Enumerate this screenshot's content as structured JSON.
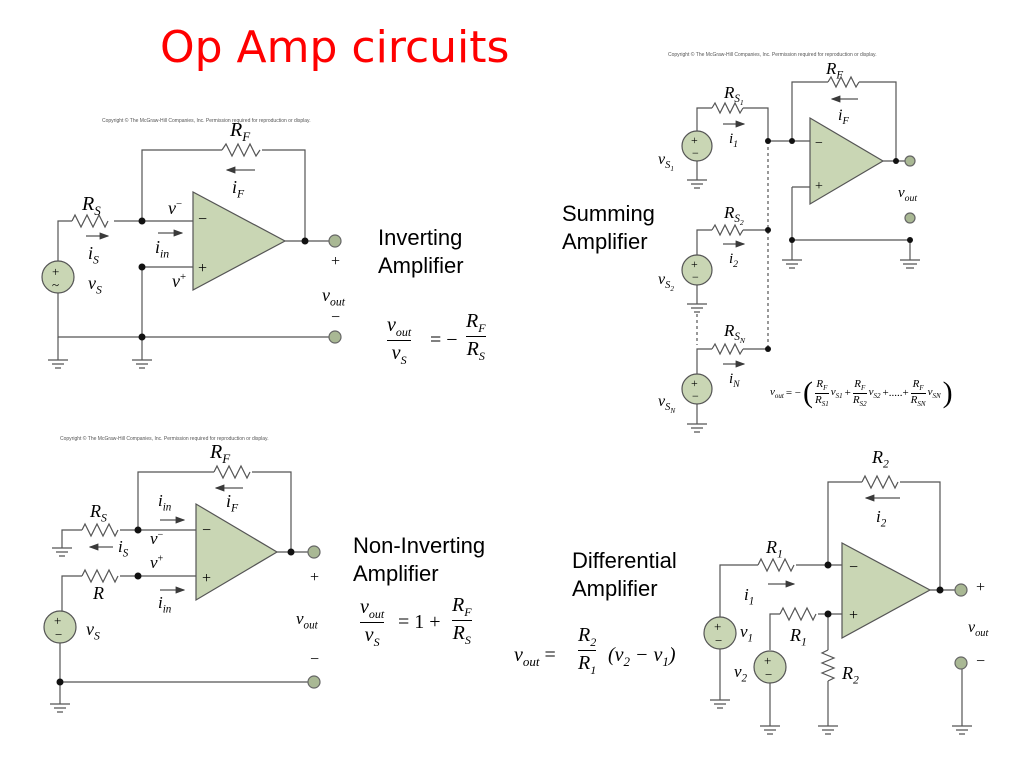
{
  "title": "Op Amp circuits",
  "copyright": "Copyright © The McGraw-Hill Companies, Inc. Permission required for reproduction or display.",
  "colors": {
    "title": "#ff0000",
    "opamp_fill": "#c9d6b4",
    "terminal_fill": "#a9b894",
    "wire": "#555555"
  },
  "inverting": {
    "name_line1": "Inverting",
    "name_line2": "Amplifier",
    "labels": {
      "rf": "R",
      "rf_sub": "F",
      "if": "i",
      "if_sub": "F",
      "rs": "R",
      "rs_sub": "S",
      "is": "i",
      "is_sub": "S",
      "iin": "i",
      "iin_sub": "in",
      "vminus": "v",
      "vminus_sup": "−",
      "vplus": "v",
      "vplus_sup": "+",
      "vs": "v",
      "vs_sub": "S",
      "vout": "v",
      "vout_sub": "out",
      "plus": "+",
      "minus": "−"
    },
    "formula": {
      "lhs_num": "v",
      "lhs_num_sub": "out",
      "lhs_den": "v",
      "lhs_den_sub": "S",
      "eq": "= −",
      "rhs_num": "R",
      "rhs_num_sub": "F",
      "rhs_den": "R",
      "rhs_den_sub": "S"
    }
  },
  "summing": {
    "name_line1": "Summing",
    "name_line2": "Amplifier",
    "labels": {
      "rf": "R",
      "rf_sub": "F",
      "if": "i",
      "if_sub": "F",
      "rs1": "R",
      "rs1_sub": "S",
      "rs1_subsub": "1",
      "rs2": "R",
      "rs2_sub": "S",
      "rs2_subsub": "2",
      "rsn": "R",
      "rsn_sub": "S",
      "rsn_subsub": "N",
      "i1": "i",
      "i1_sub": "1",
      "i2": "i",
      "i2_sub": "2",
      "in": "i",
      "in_sub": "N",
      "vs1": "v",
      "vs1_sub": "S",
      "vs1_subsub": "1",
      "vs2": "v",
      "vs2_sub": "S",
      "vs2_subsub": "2",
      "vsn": "v",
      "vsn_sub": "S",
      "vsn_subsub": "N",
      "vout": "v",
      "vout_sub": "out"
    },
    "formula": "v_out = −( (R_F/R_S1) v_S1 + (R_F/R_S2) v_S2 + ..... + (R_F/R_SN) v_SN )",
    "formula_parts": {
      "lhs": "v",
      "lhs_sub": "out",
      "eq": "= −",
      "t1_num": "R",
      "t1_num_sub": "F",
      "t1_den": "R",
      "t1_den_sub": "S1",
      "t1_v": "v",
      "t1_v_sub": "S1",
      "t2_num": "R",
      "t2_num_sub": "F",
      "t2_den": "R",
      "t2_den_sub": "S2",
      "t2_v": "v",
      "t2_v_sub": "S2",
      "dots": "+.....+",
      "t3_num": "R",
      "t3_num_sub": "F",
      "t3_den": "R",
      "t3_den_sub": "SN",
      "t3_v": "v",
      "t3_v_sub": "SN",
      "plus": "+"
    }
  },
  "noninverting": {
    "name_line1": "Non-Inverting",
    "name_line2": "Amplifier",
    "labels": {
      "rf": "R",
      "rf_sub": "F",
      "if": "i",
      "if_sub": "F",
      "rs": "R",
      "rs_sub": "S",
      "is": "i",
      "is_sub": "S",
      "iin_top": "i",
      "iin_top_sub": "in",
      "iin_bot": "i",
      "iin_bot_sub": "in",
      "vminus": "v",
      "vminus_sup": "−",
      "vplus": "v",
      "vplus_sup": "+",
      "r": "R",
      "vs": "v",
      "vs_sub": "S",
      "vout": "v",
      "vout_sub": "out",
      "plus": "+",
      "minus": "−"
    },
    "formula": {
      "lhs_num": "v",
      "lhs_num_sub": "out",
      "lhs_den": "v",
      "lhs_den_sub": "S",
      "eq": "= 1 +",
      "rhs_num": "R",
      "rhs_num_sub": "F",
      "rhs_den": "R",
      "rhs_den_sub": "S"
    }
  },
  "differential": {
    "name_line1": "Differential",
    "name_line2": "Amplifier",
    "labels": {
      "r2_top": "R",
      "r2_top_sub": "2",
      "i2": "i",
      "i2_sub": "2",
      "r1_top": "R",
      "r1_top_sub": "1",
      "i1": "i",
      "i1_sub": "1",
      "r1_bot": "R",
      "r1_bot_sub": "1",
      "r2_bot": "R",
      "r2_bot_sub": "2",
      "v1": "v",
      "v1_sub": "1",
      "v2": "v",
      "v2_sub": "2",
      "vout": "v",
      "vout_sub": "out",
      "plus": "+",
      "minus": "−"
    },
    "formula": {
      "lhs": "v",
      "lhs_sub": "out",
      "eq": "=",
      "num": "R",
      "num_sub": "2",
      "den": "R",
      "den_sub": "1",
      "paren": "(v",
      "v2_sub": "2",
      "minus": " − v",
      "v1_sub": "1",
      "close": ")"
    }
  }
}
